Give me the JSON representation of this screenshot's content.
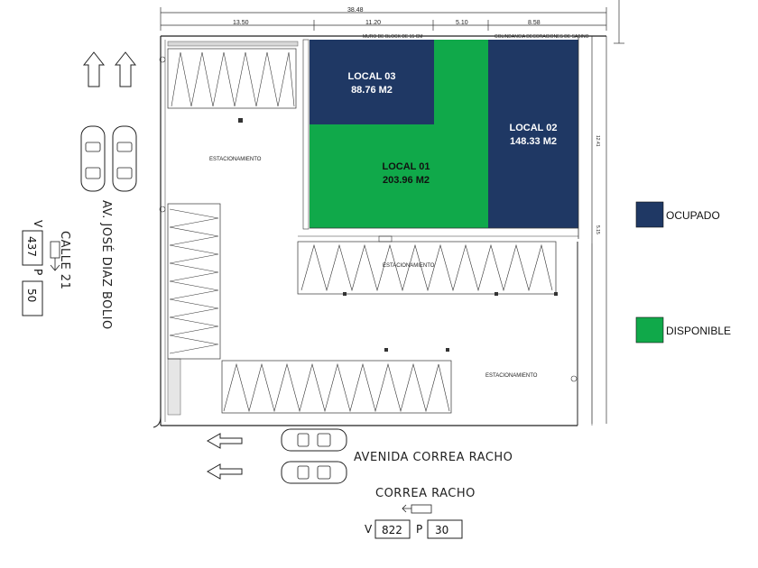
{
  "dimensions": {
    "total": "38.48",
    "seg1": "13.50",
    "seg2": "11.20",
    "seg3": "5.10",
    "seg4": "8.58",
    "right_a": "12.41",
    "right_b": "5.15"
  },
  "notes": {
    "wall": "MURO DE BLOCK DE 15 CM",
    "neighbor": "COLINDANCIA DECORACIONES DE SABINO"
  },
  "units": [
    {
      "name": "LOCAL 03",
      "area": "88.76 M2",
      "status": "ocupado"
    },
    {
      "name": "LOCAL 02",
      "area": "148.33 M2",
      "status": "ocupado"
    },
    {
      "name": "LOCAL 01",
      "area": "203.96 M2",
      "status": "disponible"
    }
  ],
  "parking": {
    "label": "ESTACIONAMIENTO"
  },
  "streets": {
    "side_avenue": "AV. JOSÉ DIAZ BOLIO",
    "side_street": "CALLE 21",
    "side_v": "437",
    "side_p": "50",
    "side_v_label": "V",
    "side_p_label": "P",
    "bottom_avenue": "AVENIDA CORREA RACHO",
    "bottom_street": "CORREA RACHO",
    "bottom_v": "822",
    "bottom_p": "30",
    "bottom_v_label": "V",
    "bottom_p_label": "P"
  },
  "legend": [
    {
      "label": "OCUPADO",
      "color": "#1f3864"
    },
    {
      "label": "DISPONIBLE",
      "color": "#10a94a"
    }
  ],
  "colors": {
    "occupied": "#1f3864",
    "available": "#10a94a"
  }
}
